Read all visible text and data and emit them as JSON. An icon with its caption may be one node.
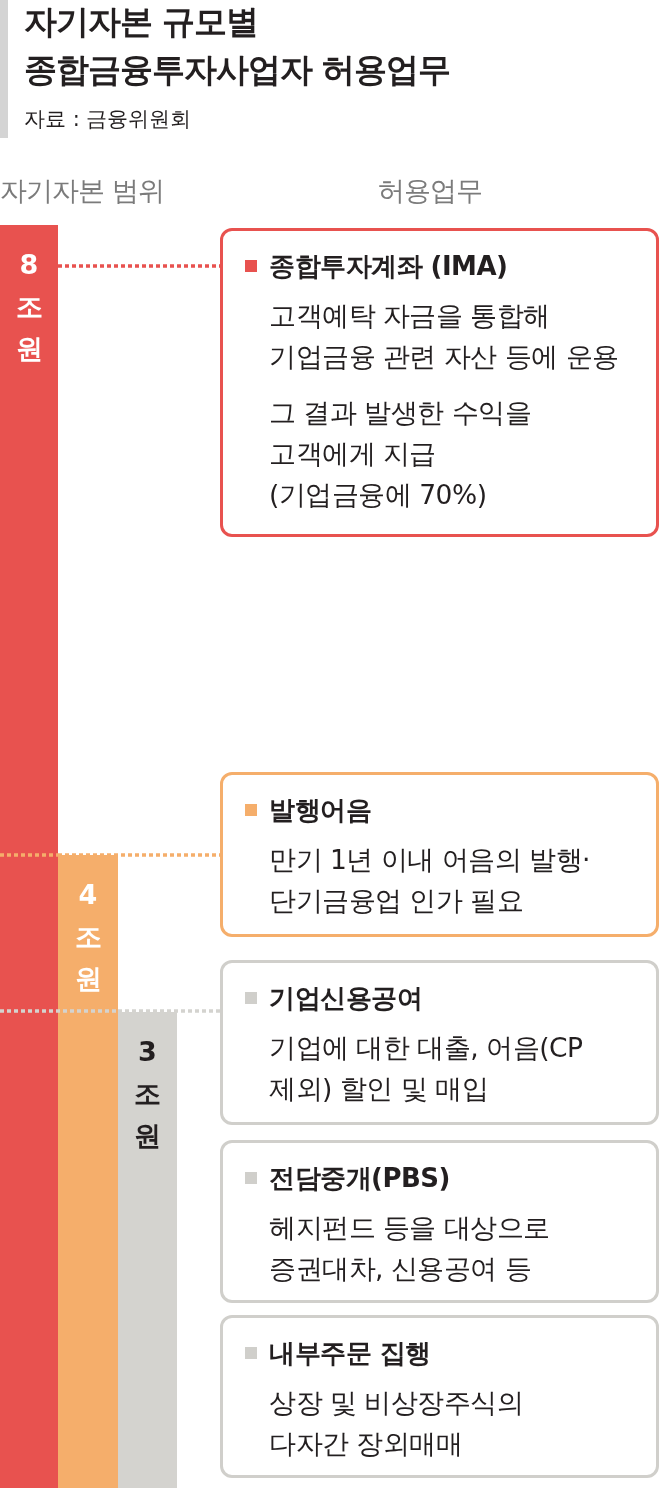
{
  "diagram": {
    "title": "자기자본 규모별 종합금융투자사업자 허용업무",
    "caption": "자료 : 금융위원회",
    "nodes": [
      {
        "text": [
          "8조원"
        ]
      },
      {
        "text": [
          "4조원"
        ]
      },
      {
        "text": [
          "3조원"
        ]
      },
      {
        "text": [
          "종합투자계좌 (IMA)",
          "고객예탁 자금을 통합해 기업금융 관련 자산 등에 운용",
          "그 결과 발생한 수익을 고객에게 지급 (기업금융에 70%)"
        ]
      },
      {
        "text": [
          "발행어음",
          "만기 1년 이내 어음의 발행· 단기금융업 인가 필요"
        ]
      },
      {
        "text": [
          "기업신용공여",
          "기업에 대한 대출, 어음(CP 제외) 할인 및 매입"
        ]
      },
      {
        "text": [
          "전담중개(PBS)",
          "헤지펀드 등을 대상으로 증권대차, 신용공여 등"
        ]
      },
      {
        "text": [
          "내부주문 집행",
          "상장 및 비상장주식의 다자간 장외매매"
        ]
      }
    ],
    "edges": [
      {
        "from": 0,
        "to": 3,
        "arrow": "none",
        "style": "dashed",
        "color": "#e8524f"
      },
      {
        "from": 1,
        "to": 4,
        "arrow": "none",
        "style": "dashed",
        "color": "#f5ae6b"
      },
      {
        "from": 2,
        "to": 5,
        "arrow": "none",
        "style": "dashed",
        "color": "#d4d3cf"
      }
    ],
    "labels": [
      "자기자본 범위",
      "허용업무"
    ]
  }
}
